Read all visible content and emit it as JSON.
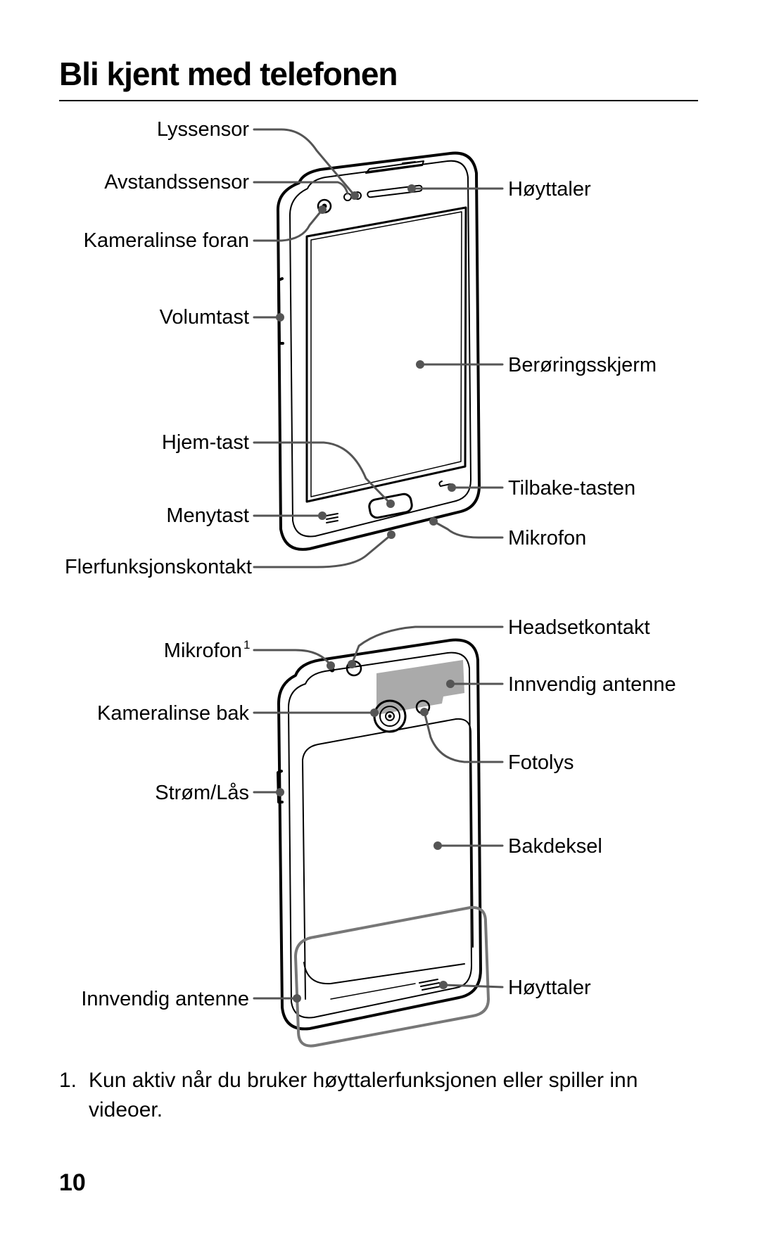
{
  "page": {
    "title": "Bli kjent med telefonen",
    "page_number": "10"
  },
  "front_view": {
    "labels": {
      "light_sensor": "Lyssensor",
      "proximity_sensor": "Avstandssensor",
      "front_camera": "Kameralinse foran",
      "volume_key": "Volumtast",
      "home_key": "Hjem-tast",
      "menu_key": "Menytast",
      "multifunction_jack": "Flerfunksjonskontakt",
      "speaker": "Høyttaler",
      "touch_screen": "Berøringsskjerm",
      "back_key": "Tilbake-tasten",
      "microphone": "Mikrofon"
    }
  },
  "back_view": {
    "labels": {
      "microphone": "Mikrofon",
      "microphone_footnote_mark": "1",
      "rear_camera": "Kameralinse bak",
      "power_lock": "Strøm/Lås",
      "internal_antenna_bottom": "Innvendig antenne",
      "headset_jack": "Headsetkontakt",
      "internal_antenna_top": "Innvendig antenne",
      "flash": "Fotolys",
      "back_cover": "Bakdeksel",
      "speaker": "Høyttaler"
    }
  },
  "footnote": {
    "number": "1.",
    "text": "Kun aktiv når du bruker høyttalerfunksjonen eller spiller inn videoer."
  },
  "colors": {
    "line": "#000000",
    "callout": "#555555",
    "antenna_fill": "#aaaaaa"
  }
}
